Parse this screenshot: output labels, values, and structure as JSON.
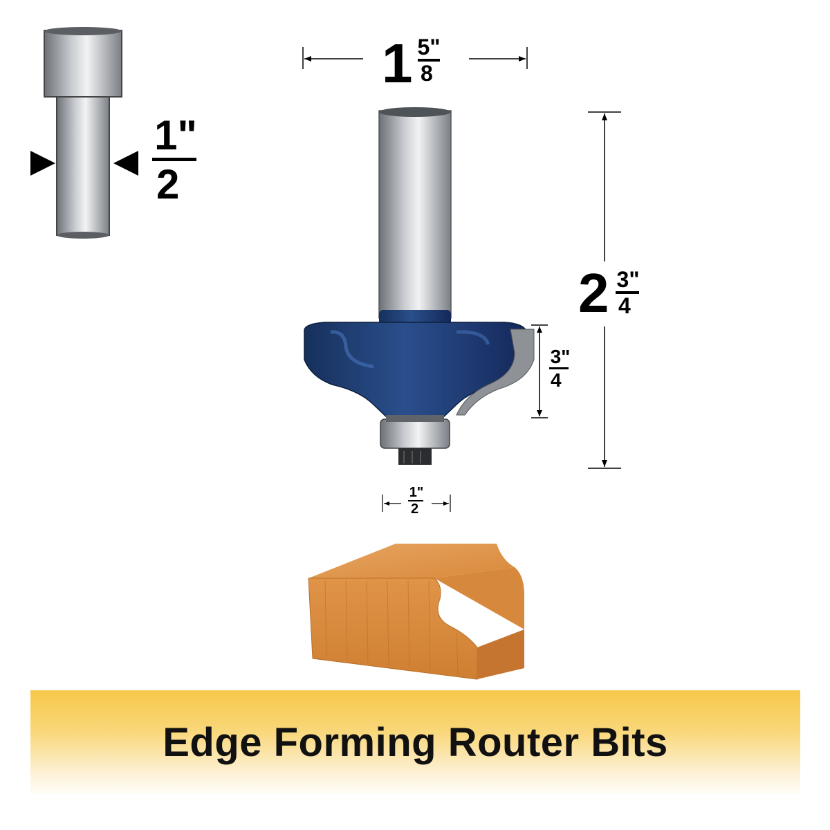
{
  "shank_diameter": {
    "numerator": "1\"",
    "denominator": "2"
  },
  "cutting_diameter": {
    "whole": "1",
    "numerator": "5\"",
    "denominator": "8"
  },
  "overall_length": {
    "whole": "2",
    "numerator": "3\"",
    "denominator": "4"
  },
  "cutting_length": {
    "numerator": "3\"",
    "denominator": "4"
  },
  "bearing_diameter": {
    "numerator": "1\"",
    "denominator": "2"
  },
  "banner": {
    "title": "Edge Forming Router Bits"
  },
  "colors": {
    "cutter_blue": "#1f3e72",
    "banner_yellow": "#f6c84a",
    "wood": "#d98a3e",
    "steel": "#9ea3a8"
  }
}
